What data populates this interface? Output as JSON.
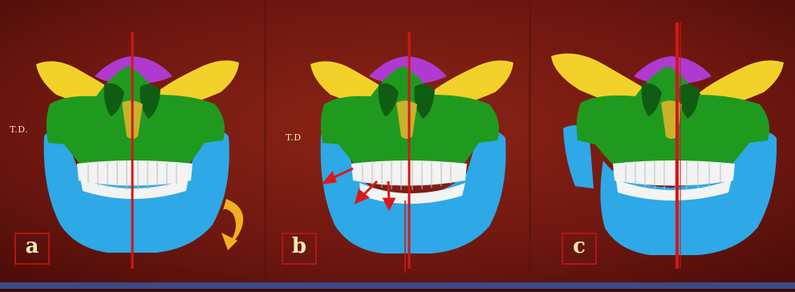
{
  "panels": [
    {
      "id": "a",
      "label": "a",
      "td_label": "T.D."
    },
    {
      "id": "b",
      "label": "b",
      "td_label": "T.D"
    },
    {
      "id": "c",
      "label": "c",
      "td_label": ""
    }
  ],
  "colors": {
    "background": "#7a1a12",
    "zygomatic": "#f2d22a",
    "maxilla": "#1f9a1f",
    "mandible": "#2ea8e6",
    "teeth": "#f3f3f3",
    "sphenoid": "#b03ad0",
    "midline": "#d01818",
    "rotation_arrow": "#f0b020",
    "border_bottom": "#3b4a8a"
  }
}
